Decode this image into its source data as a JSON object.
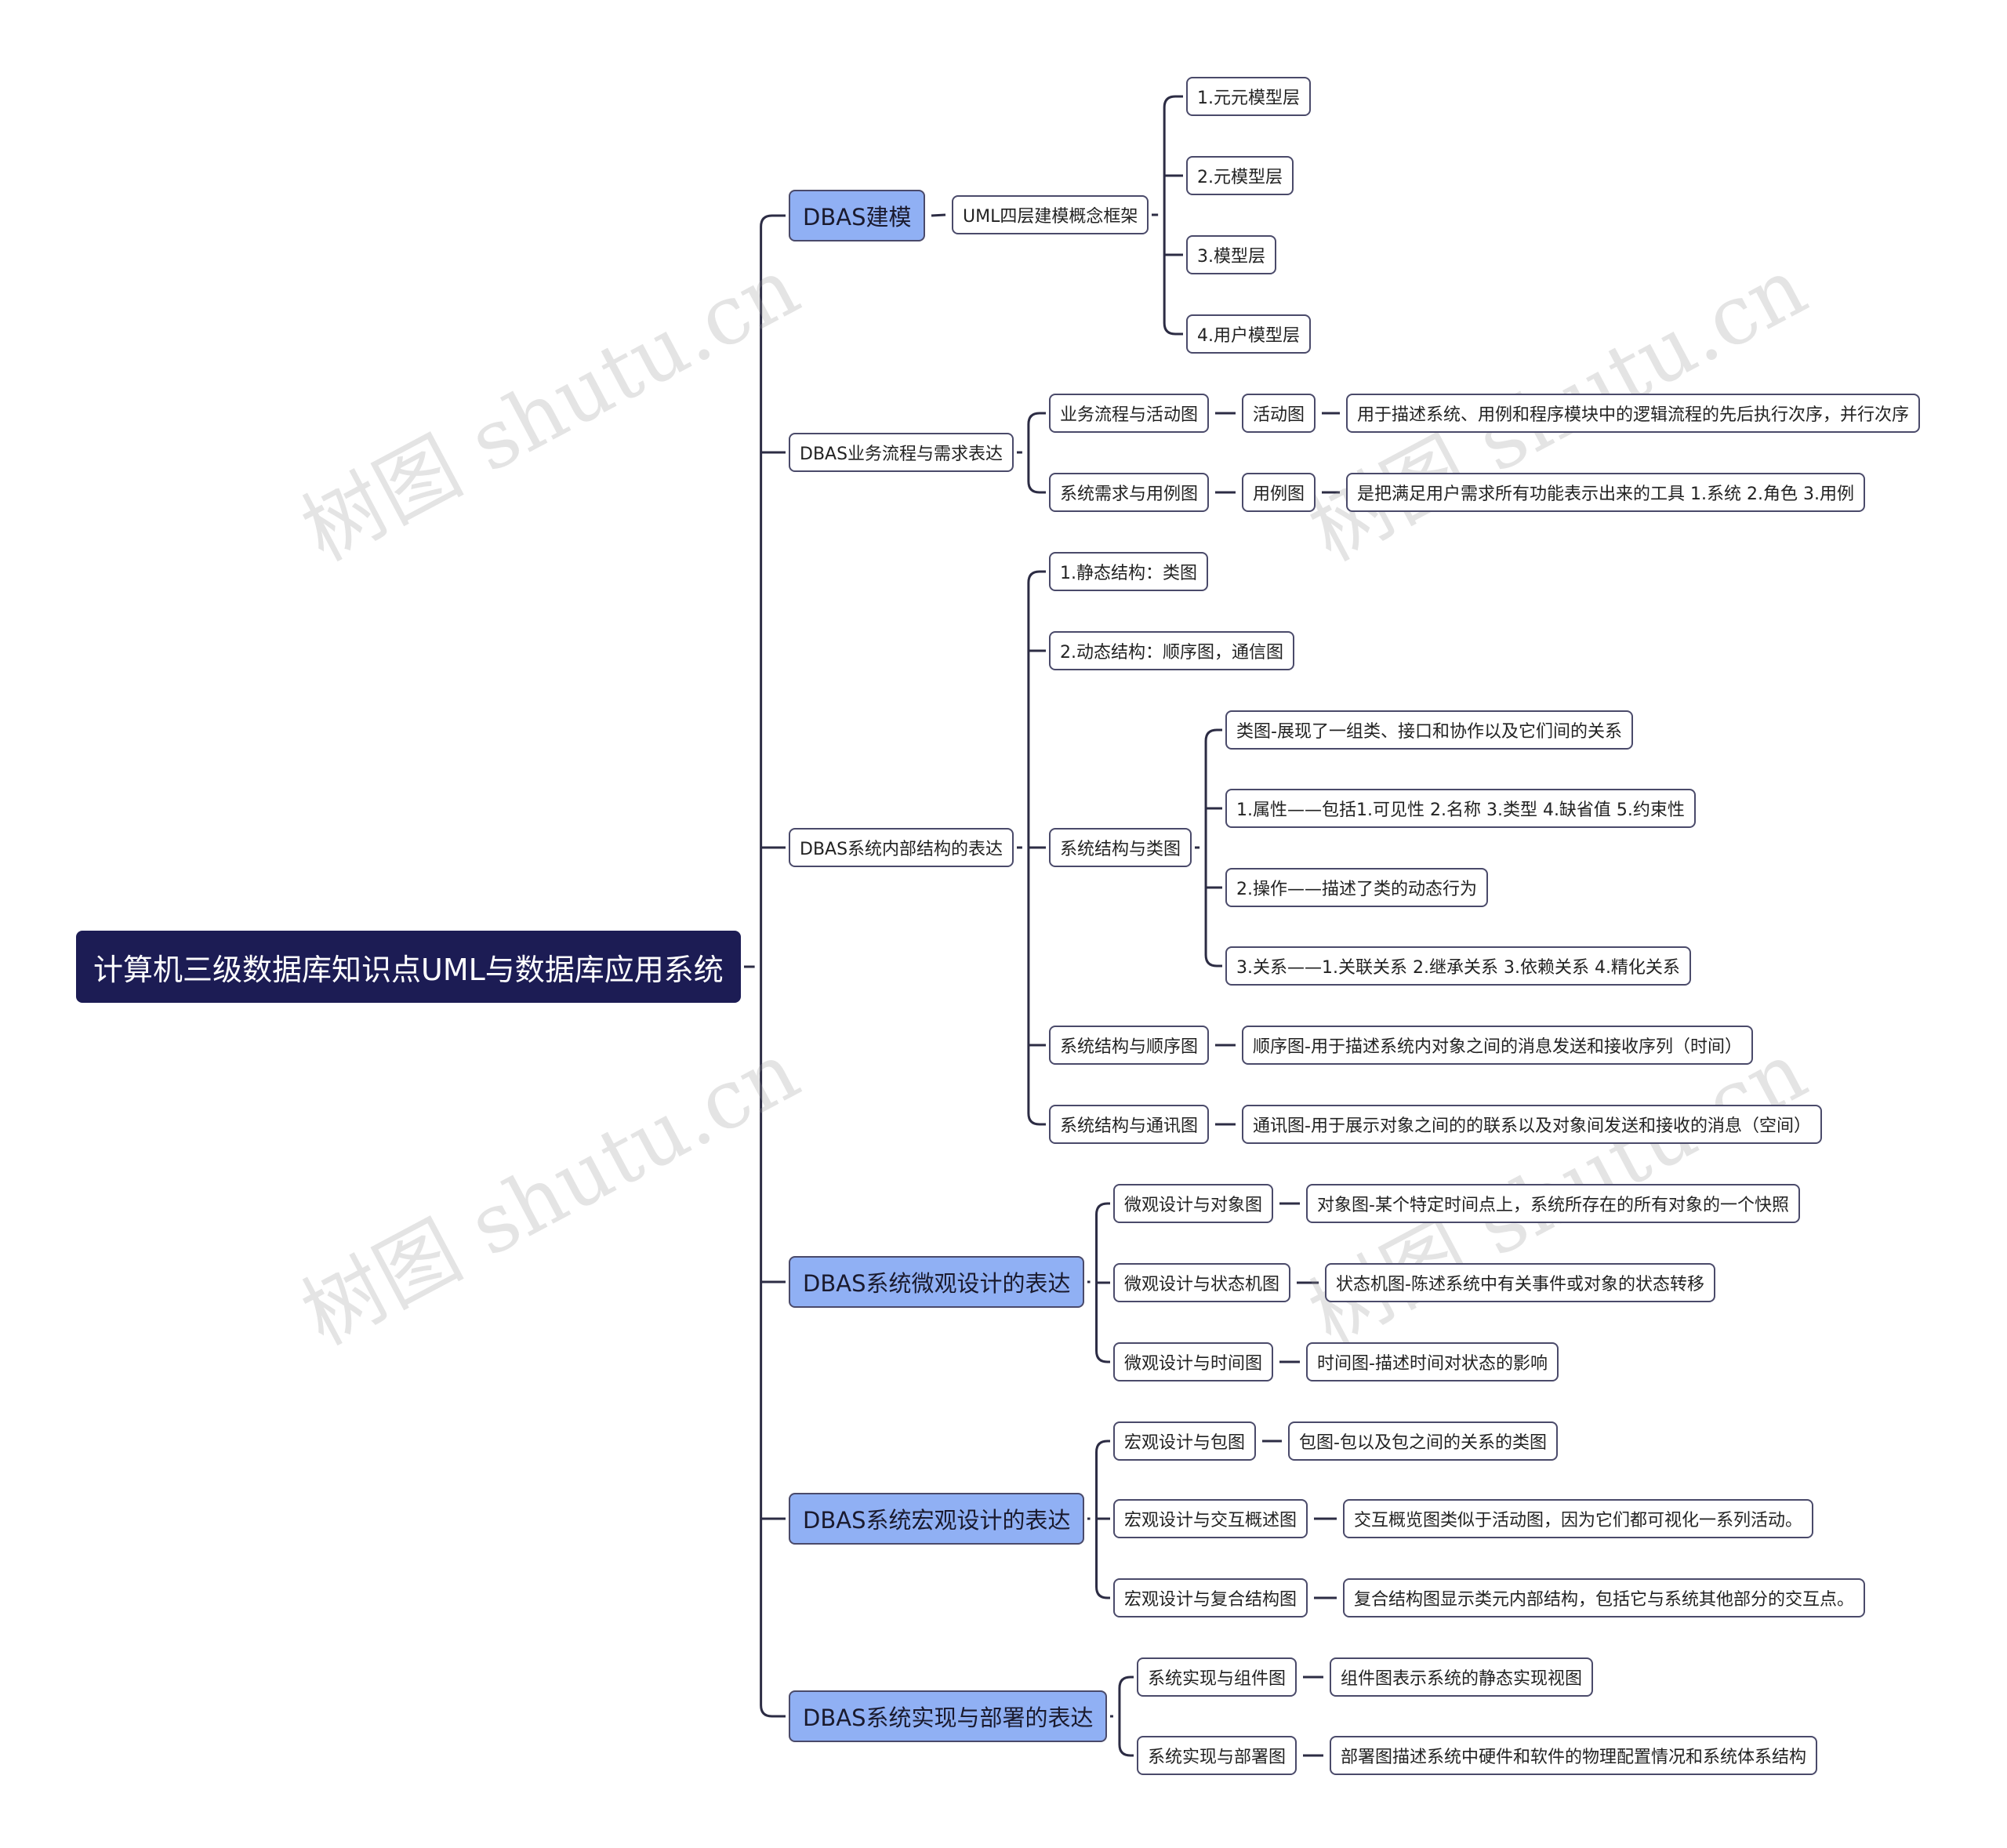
{
  "watermark_text": "树图 shutu.cn",
  "colors": {
    "root_bg": "#1c1c54",
    "level1_bg": "#90b0f4",
    "node_border": "#4a4a6a",
    "edge": "#2c2c44"
  },
  "root": "计算机三级数据库知识点UML与数据库应用系统",
  "branches": {
    "modeling": {
      "label": "DBAS建模",
      "framework": "UML四层建模概念框架",
      "layers": [
        "1.元元模型层",
        "2.元模型层",
        "3.模型层",
        "4.用户模型层"
      ]
    },
    "business": {
      "label": "DBAS业务流程与需求表达",
      "flow": {
        "label": "业务流程与活动图",
        "diagram": "活动图",
        "desc": "用于描述系统、用例和程序模块中的逻辑流程的先后执行次序，并行次序"
      },
      "req": {
        "label": "系统需求与用例图",
        "diagram": "用例图",
        "desc": "是把满足用户需求所有功能表示出来的工具 1.系统 2.角色 3.用例"
      }
    },
    "internal": {
      "label": "DBAS系统内部结构的表达",
      "static": "1.静态结构：类图",
      "dynamic": "2.动态结构：顺序图，通信图",
      "class": {
        "label": "系统结构与类图",
        "items": [
          "类图-展现了一组类、接口和协作以及它们间的关系",
          "1.属性——包括1.可见性 2.名称 3.类型 4.缺省值 5.约束性",
          "2.操作——描述了类的动态行为",
          "3.关系——1.关联关系 2.继承关系 3.依赖关系 4.精化关系"
        ]
      },
      "seq": {
        "label": "系统结构与顺序图",
        "desc": "顺序图-用于描述系统内对象之间的消息发送和接收序列（时间）"
      },
      "comm": {
        "label": "系统结构与通讯图",
        "desc": "通讯图-用于展示对象之间的的联系以及对象间发送和接收的消息（空间）"
      }
    },
    "micro": {
      "label": "DBAS系统微观设计的表达",
      "object": {
        "label": "微观设计与对象图",
        "desc": "对象图-某个特定时间点上，系统所存在的所有对象的一个快照"
      },
      "state": {
        "label": "微观设计与状态机图",
        "desc": "状态机图-陈述系统中有关事件或对象的状态转移"
      },
      "timing": {
        "label": "微观设计与时间图",
        "desc": "时间图-描述时间对状态的影响"
      }
    },
    "macro": {
      "label": "DBAS系统宏观设计的表达",
      "package": {
        "label": "宏观设计与包图",
        "desc": "包图-包以及包之间的关系的类图"
      },
      "interaction": {
        "label": "宏观设计与交互概述图",
        "desc": "交互概览图类似于活动图，因为它们都可视化一系列活动。"
      },
      "composite": {
        "label": "宏观设计与复合结构图",
        "desc": "复合结构图显示类元内部结构，包括它与系统其他部分的交互点。"
      }
    },
    "deploy": {
      "label": "DBAS系统实现与部署的表达",
      "component": {
        "label": "系统实现与组件图",
        "desc": "组件图表示系统的静态实现视图"
      },
      "deployment": {
        "label": "系统实现与部署图",
        "desc": "部署图描述系统中硬件和软件的物理配置情况和系统体系结构"
      }
    }
  }
}
